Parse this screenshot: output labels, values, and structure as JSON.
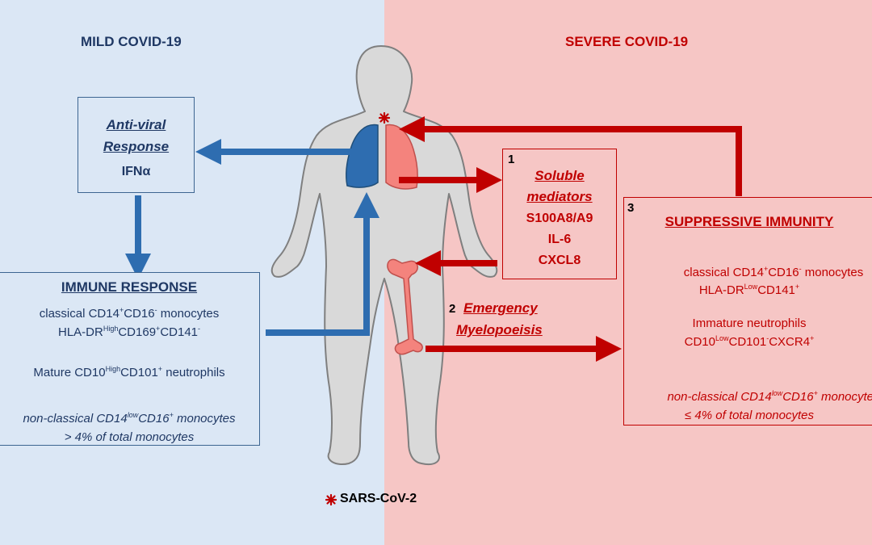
{
  "left_header": "MILD COVID-19",
  "right_header": "SEVERE COVID-19",
  "antiviral": {
    "title_line1": "Anti-viral",
    "title_line2": "Response",
    "content": "IFNα"
  },
  "immune": {
    "title": "IMMUNE RESPONSE",
    "l1a": "classical CD14",
    "l1b": "+",
    "l1c": "CD16",
    "l1d": "-",
    "l1e": " monocytes",
    "l2a": "HLA-DR",
    "l2b": "High",
    "l2c": "CD169",
    "l2d": "+",
    "l2e": "CD141",
    "l2f": "-",
    "l3a": "Mature CD10",
    "l3b": "High",
    "l3c": "CD101",
    "l3d": "+",
    "l3e": " neutrophils",
    "l4a": "non-classical CD14",
    "l4b": "low",
    "l4c": "CD16",
    "l4d": "+",
    "l4e": " monocytes",
    "l5": "> 4% of total monocytes"
  },
  "soluble": {
    "number": "1",
    "title_line1": "Soluble",
    "title_line2": "mediators",
    "items": [
      "S100A8/A9",
      "IL-6",
      "CXCL8"
    ]
  },
  "emergency": {
    "number": "2",
    "title_line1": "Emergency",
    "title_line2": "Myelopoeisis"
  },
  "suppressive": {
    "number": "3",
    "title": "SUPPRESSIVE IMMUNITY",
    "l1a": "classical CD14",
    "l1b": "+",
    "l1c": "CD16",
    "l1d": "-",
    "l1e": " monocytes",
    "l2a": "HLA-DR",
    "l2b": "Low",
    "l2c": "CD141",
    "l2d": "+",
    "l3": "Immature neutrophils",
    "l4a": "CD10",
    "l4b": "Low",
    "l4c": "CD101",
    "l4d": "-",
    "l4e": "CXCR4",
    "l4f": "+",
    "l5a": "non-classical CD14",
    "l5b": "low",
    "l5c": "CD16",
    "l5d": "+",
    "l5e": " monocytes",
    "l6": "≤ 4% of total monocytes"
  },
  "virus_legend": "SARS-CoV-2",
  "colors": {
    "blue_bg": "#dbe7f5",
    "red_bg": "#f6c6c5",
    "blue_arrow": "#2e6db0",
    "red_arrow": "#c00000"
  }
}
